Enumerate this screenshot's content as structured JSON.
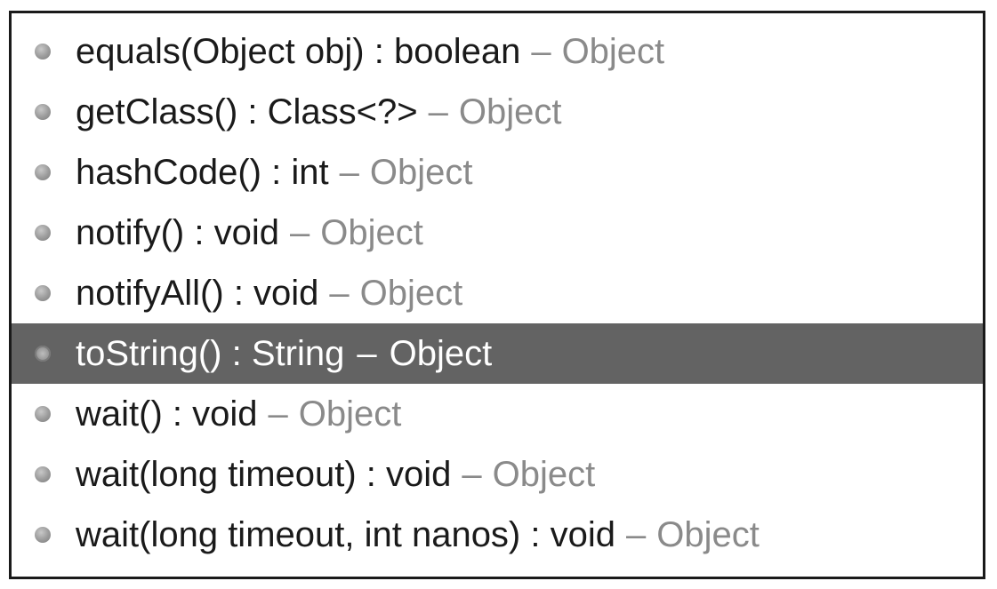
{
  "content_assist": {
    "items": [
      {
        "signature": "equals(Object obj) : boolean",
        "separator": "–",
        "owner": "Object",
        "selected": false
      },
      {
        "signature": "getClass() : Class<?>",
        "separator": "–",
        "owner": "Object",
        "selected": false
      },
      {
        "signature": "hashCode() : int",
        "separator": "–",
        "owner": "Object",
        "selected": false
      },
      {
        "signature": "notify() : void",
        "separator": "–",
        "owner": "Object",
        "selected": false
      },
      {
        "signature": "notifyAll() : void",
        "separator": "–",
        "owner": "Object",
        "selected": false
      },
      {
        "signature": "toString() : String",
        "separator": "–",
        "owner": "Object",
        "selected": true
      },
      {
        "signature": "wait() : void",
        "separator": "–",
        "owner": "Object",
        "selected": false
      },
      {
        "signature": "wait(long timeout) : void",
        "separator": "–",
        "owner": "Object",
        "selected": false
      },
      {
        "signature": "wait(long timeout, int nanos) : void",
        "separator": "–",
        "owner": "Object",
        "selected": false
      }
    ],
    "icon": "public-method-icon",
    "colors": {
      "selection_background": "#636363",
      "owner_text": "#8a8a8a",
      "border": "#1a1a1a"
    }
  }
}
